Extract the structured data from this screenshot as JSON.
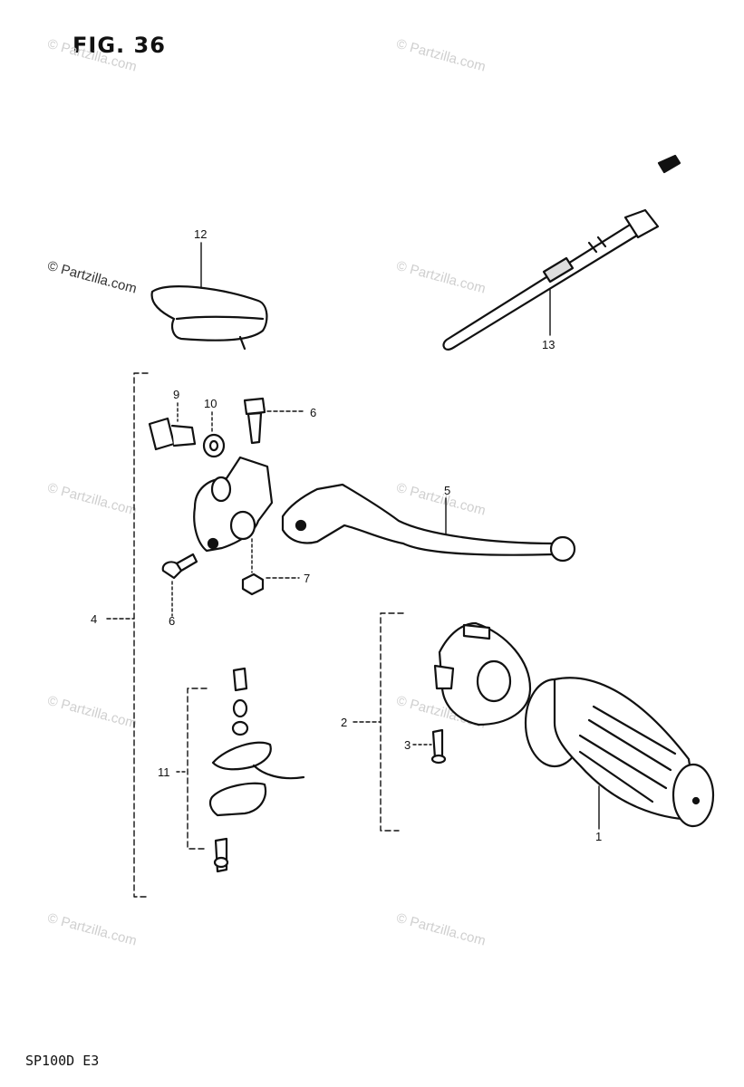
{
  "figure": {
    "title": "FIG. 36",
    "footer_code": "SP100D E3"
  },
  "watermark": "© Partzilla.com",
  "callouts": {
    "c1": "1",
    "c2": "2",
    "c3": "3",
    "c4": "4",
    "c5": "5",
    "c6a": "6",
    "c6b": "6",
    "c7": "7",
    "c9": "9",
    "c10": "10",
    "c11": "11",
    "c12": "12",
    "c13": "13"
  }
}
